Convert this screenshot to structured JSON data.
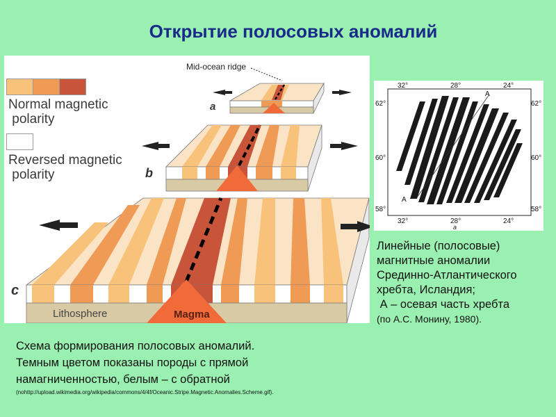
{
  "title": "Открытие полосовых аномалий",
  "diagram": {
    "ridge_label": "Mid-ocean ridge",
    "legend": {
      "normal_label": "Normal magnetic\n polarity",
      "reversed_label": "Reversed magnetic\n polarity"
    },
    "stage_labels": [
      "a",
      "b",
      "c"
    ],
    "lithosphere_label": "Lithosphere",
    "magma_label": "Magma",
    "colors": {
      "light": "#f8c27a",
      "mid": "#ef9a55",
      "dark": "#c8553a",
      "magma": "#f06a3a",
      "lithosphere": "#d8caa4"
    }
  },
  "map": {
    "top_lon": [
      "32°",
      "28°",
      "24°"
    ],
    "bottom_lon": [
      "32°",
      "28°",
      "24°"
    ],
    "left_lat": [
      "62°",
      "60°",
      "58°"
    ],
    "right_lat": [
      "62°",
      "60°",
      "58°"
    ],
    "axis_label": "A",
    "axis_label_bottom": "A",
    "panel_letter": "a"
  },
  "map_caption": {
    "lines": [
      "Линейные (полосовые)",
      "магнитные аномалии",
      "Срединно-Атлантического",
      "хребта, Исландия;",
      " А – осевая часть хребта"
    ],
    "ref": "(по А.С. Монину, 1980)."
  },
  "bottom_caption": {
    "line1": "Схема формирования полосовых аномалий.",
    "line2": "Темным цветом показаны породы с прямой",
    "line3": "намагниченностью, белым – с обратной",
    "source": "(nohttp://upload.wikimedia.org/wikipedia/commons/4/4f/Oceanic.Stripe.Magnetic.Anomalies.Scheme.gif)."
  }
}
